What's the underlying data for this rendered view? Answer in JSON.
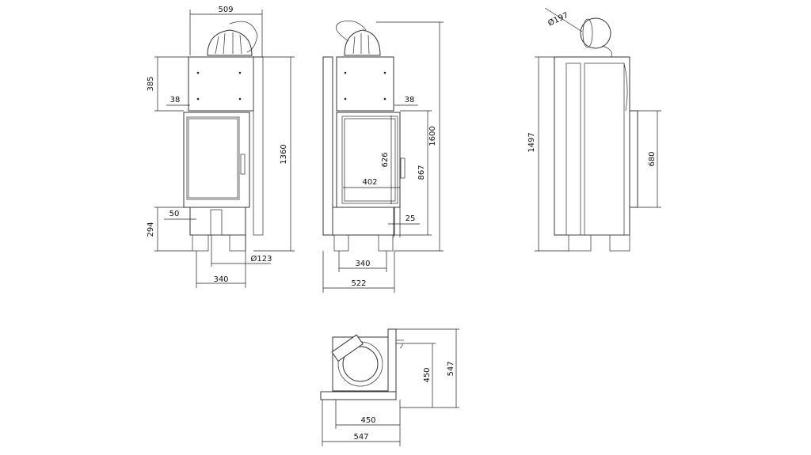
{
  "front_view": {
    "width": "509",
    "top_height": "385",
    "door_offset": "38",
    "total_height": "1360",
    "bottom_offset": "50",
    "base_height": "294",
    "flue_diameter": "Ø123",
    "feet_spacing": "340"
  },
  "side_view": {
    "door_offset": "38",
    "total_height": "1600",
    "glass_height": "626",
    "glass_width": "402",
    "door_top_height": "867",
    "bottom_offset": "25",
    "feet_spacing": "340",
    "width": "522"
  },
  "profile_view": {
    "flue_diameter": "Ø197",
    "total_height": "1497",
    "panel_height": "680"
  },
  "top_view": {
    "inner_depth": "450",
    "outer_depth": "547",
    "inner_width": "450",
    "outer_width": "547"
  }
}
